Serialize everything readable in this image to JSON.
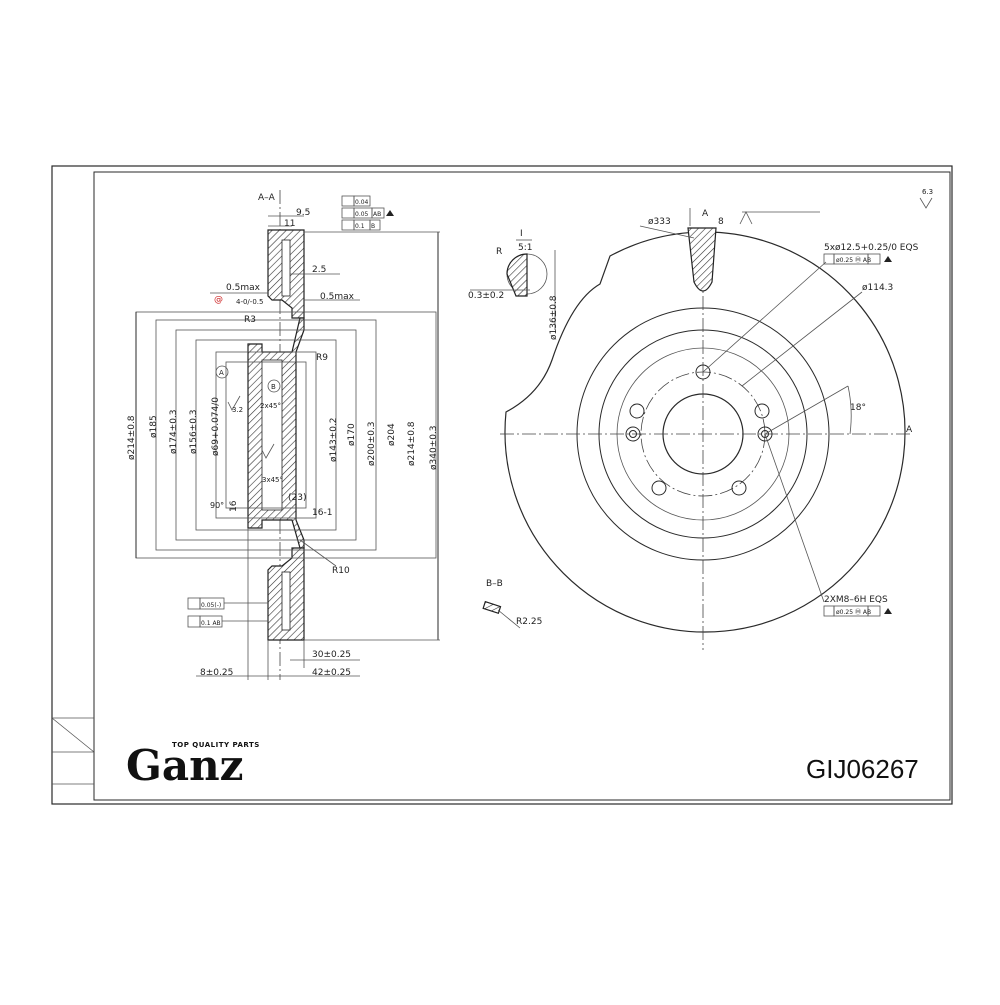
{
  "brand": {
    "name": "Ganz",
    "tagline": "TOP QUALITY PARTS"
  },
  "part_number": "GIJ06267",
  "section_view": {
    "title": "A–A",
    "roughness": "3.2",
    "top_dims": [
      "9.5",
      "11",
      "2.5"
    ],
    "tolerance_frames_top": [
      "0.04",
      "0.05",
      "0.1"
    ],
    "datum_refs": [
      "A",
      "B",
      "AB",
      "B"
    ],
    "max_notes": [
      "0.5max",
      "0.5max"
    ],
    "offset_dim": "4-0/-0.5",
    "radii": [
      "R3",
      "R9",
      "R10"
    ],
    "chamfers": [
      "2x45°",
      "3x45°"
    ],
    "angle": "90°",
    "bore_depth": "16",
    "depth_23": "(23)",
    "depth_16": "16-1",
    "left_diameters": [
      "ø214±0.8",
      "ø185",
      "ø174±0.3",
      "ø156±0.3",
      "ø69+0.074/0"
    ],
    "right_diameters": [
      "ø143±0.2",
      "ø170",
      "ø200±0.3",
      "ø204",
      "ø214±0.8",
      "ø340±0.3"
    ],
    "bottom_dims": [
      "30±0.25",
      "42±0.25",
      "8±0.25"
    ],
    "tolerance_frames_bottom": [
      "0.05(-)",
      "0.1 AB"
    ]
  },
  "detail_view": {
    "label": "I",
    "scale": "5:1",
    "radius": "R",
    "offset": "0.3±0.2",
    "diameter": "ø136±0.8"
  },
  "section_bb": {
    "title": "B–B",
    "radius": "R2.25"
  },
  "front_view": {
    "outer_diameter": "ø333",
    "section_mark": "A",
    "slot_width": "8",
    "bolt_holes": "5xø12.5+0.25/0 EQS",
    "bolt_tol": "ø0.25 Ⓜ AB",
    "pcd": "ø114.3",
    "angle": "18°",
    "threads": "2XM8–6H EQS",
    "thread_tol": "ø0.25 Ⓜ AB",
    "corner_roughness": "6.3"
  }
}
